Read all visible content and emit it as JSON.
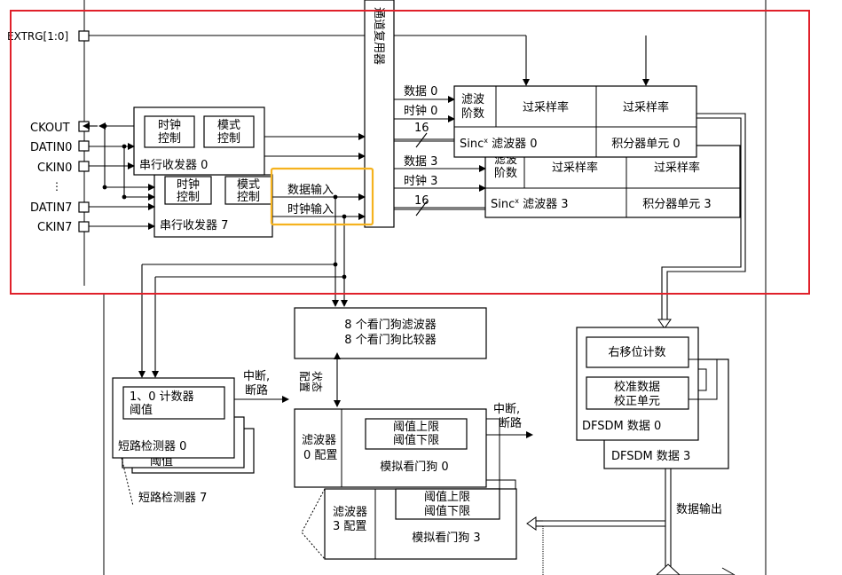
{
  "pins": {
    "extrg": "EXTRG[1:0]",
    "ckout": "CKOUT",
    "datin0": "DATIN0",
    "ckin0": "CKIN0",
    "datin7": "DATIN7",
    "ckin7": "CKIN7",
    "dots": "⋮"
  },
  "transceiver0": {
    "clock_ctrl": [
      "时钟",
      "控制"
    ],
    "mode_ctrl": [
      "模式",
      "控制"
    ],
    "title": "串行收发器 0"
  },
  "transceiver7": {
    "clock_ctrl": [
      "时钟",
      "控制"
    ],
    "mode_ctrl": [
      "模式",
      "控制"
    ],
    "title": "串行收发器 7"
  },
  "inputs": {
    "data_in": "数据输入",
    "clock_in": "时钟输入"
  },
  "mux_label": "通道复用器",
  "filter0": {
    "order": [
      "滤波",
      "阶数"
    ],
    "oversample1": "过采样率",
    "oversample2": "过采样率",
    "sinc_prefix": "Sinc",
    "sinc_sup": "x",
    "sinc_suffix": " 滤波器 0",
    "integrator": "积分器单元 0"
  },
  "filter3": {
    "order": [
      "滤波",
      "阶数"
    ],
    "oversample1": "过采样率",
    "oversample2": "过采样率",
    "sinc_prefix": "Sinc",
    "sinc_sup": "x",
    "sinc_suffix": " 滤波器 3",
    "integrator": "积分器单元 3"
  },
  "bus_labels": {
    "data0": "数据 0",
    "clock0": "时钟 0",
    "sixteen": "16",
    "data3": "数据 3",
    "clock3": "时钟 3",
    "sixteen3": "16"
  },
  "watchdog_top": [
    "8 个看门狗滤波器",
    "8 个看门狗比较器"
  ],
  "config_status": [
    "配置",
    "状态"
  ],
  "short_circuit": {
    "counter": "1、0 计数器",
    "threshold": "阈值",
    "threshold_back": "阈值",
    "title0": "短路检测器 0",
    "title7": "短路检测器 7"
  },
  "interrupt1": [
    "中断,",
    "断路"
  ],
  "interrupt2": [
    "中断,",
    "断路"
  ],
  "awd0": {
    "filter_cfg": [
      "滤波器",
      "0 配置"
    ],
    "high": "阈值上限",
    "low": "阈值下限",
    "title": "模拟看门狗 0"
  },
  "awd3": {
    "filter_cfg": [
      "滤波器",
      "3 配置"
    ],
    "high": "阈值上限",
    "low": "阈值下限",
    "title": "模拟看门狗 3"
  },
  "data_regs": {
    "shift": "右移位计数",
    "calib": [
      "校准数据",
      "校正单元"
    ],
    "title0": "DFSDM 数据 0",
    "title3": "DFSDM 数据 3"
  },
  "data_output": "数据输出",
  "colors": {
    "highlight_red": "#e0202a",
    "highlight_orange": "#f5b21e"
  }
}
